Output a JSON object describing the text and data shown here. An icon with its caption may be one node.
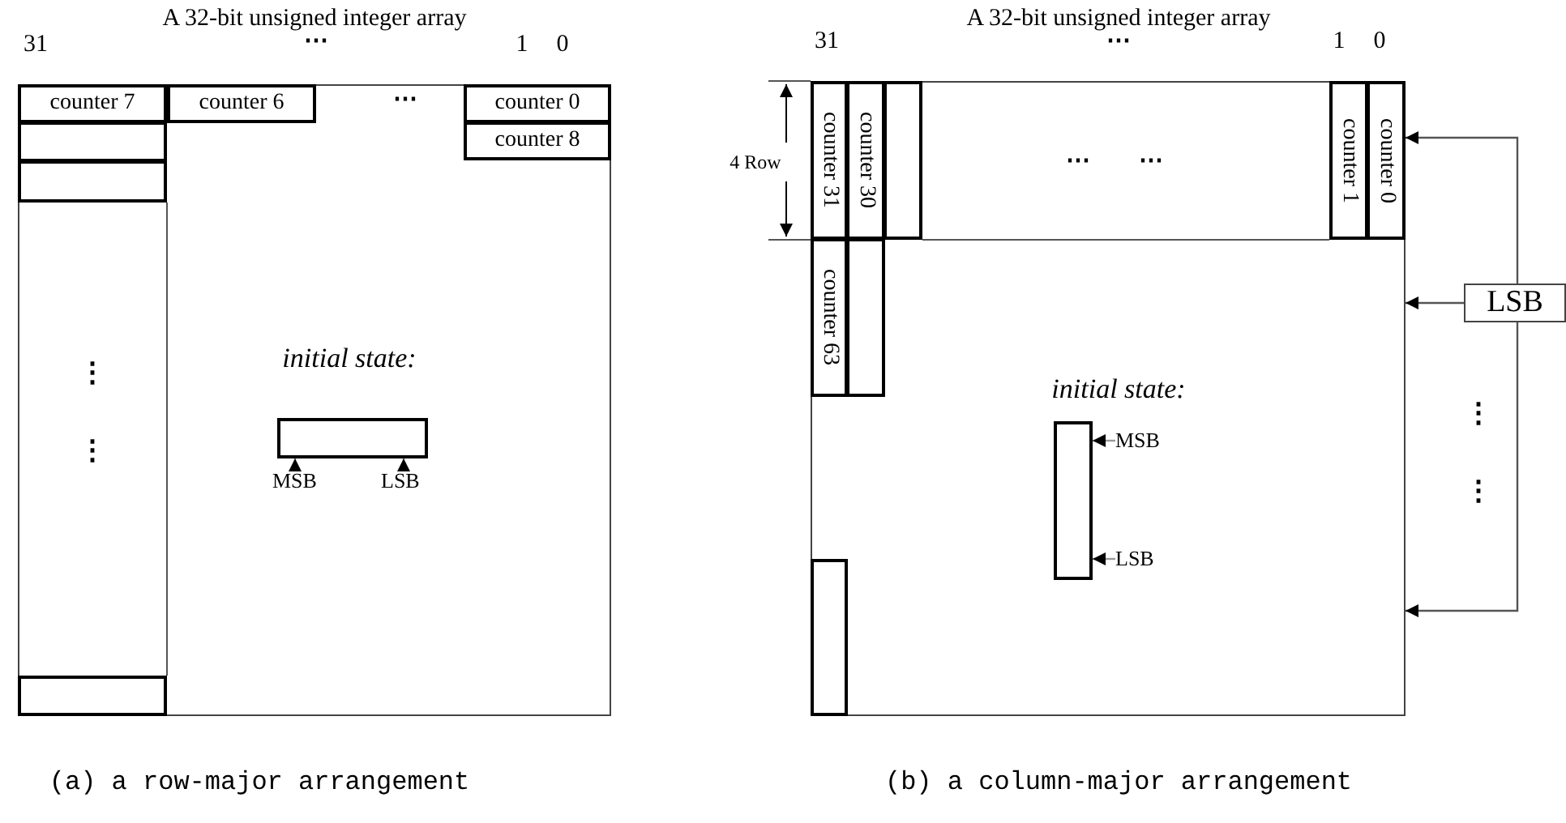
{
  "diagram": {
    "nodes": [
      {
        "text": [],
        "shape": "box"
      },
      {
        "text": [
          "counter 7"
        ],
        "in": 0
      },
      {
        "text": [
          "counter 6"
        ],
        "in": 0
      },
      {
        "text": [
          "counter 0"
        ],
        "in": 0
      },
      {
        "text": [
          "counter 8"
        ],
        "in": 0
      },
      {
        "text": [],
        "shape": "box",
        "in": 0
      },
      {
        "text": [],
        "shape": "box",
        "in": 0
      },
      {
        "text": [],
        "shape": "box",
        "in": 0
      },
      {
        "text": [],
        "shape": "box",
        "in": 0,
        "beside": [
          "initial state:"
        ]
      },
      {
        "text": [
          "MSB"
        ],
        "in": 0
      },
      {
        "text": [
          "LSB"
        ],
        "in": 0
      },
      {
        "text": [],
        "shape": "box"
      },
      {
        "text": [
          "counter 31"
        ],
        "in": 11
      },
      {
        "text": [
          "counter 30"
        ],
        "in": 11
      },
      {
        "text": [],
        "shape": "box",
        "in": 11
      },
      {
        "text": [
          "counter 1"
        ],
        "in": 11
      },
      {
        "text": [
          "counter 0"
        ],
        "in": 11
      },
      {
        "text": [
          "counter 63"
        ],
        "in": 11
      },
      {
        "text": [],
        "shape": "box",
        "in": 11
      },
      {
        "text": [],
        "shape": "box",
        "in": 11
      },
      {
        "text": [],
        "shape": "box",
        "in": 11,
        "beside": [
          "initial state:"
        ]
      },
      {
        "text": [
          "MSB"
        ],
        "in": 11
      },
      {
        "text": [
          "LSB"
        ],
        "in": 11
      },
      {
        "text": [
          "LSB"
        ]
      }
    ],
    "edges": [
      {
        "from": 9,
        "to": 8,
        "arrow": "to",
        "color": "#999999"
      },
      {
        "from": 10,
        "to": 8,
        "arrow": "to",
        "color": "#999999"
      },
      {
        "from": 21,
        "to": 20,
        "arrow": "to",
        "color": "#999999"
      },
      {
        "from": 22,
        "to": 20,
        "arrow": "to",
        "color": "#999999"
      },
      {
        "from": 23,
        "to": 16,
        "arrow": "to"
      },
      {
        "from": 23,
        "to": 11,
        "arrow": "to"
      },
      {
        "from": 23,
        "to": 11,
        "arrow": "to"
      }
    ],
    "labels": [
      "A 32-bit unsigned integer array",
      "31",
      "⋯",
      "1",
      "0",
      "⋯",
      "⋮",
      "⋮",
      "A 32-bit unsigned integer array",
      "31",
      "⋯",
      "1",
      "0",
      "4 Row",
      "⋯",
      "⋯",
      "⋮",
      "⋮",
      "(a) a row-major arrangement",
      "(b) a column-major arrangement"
    ]
  }
}
